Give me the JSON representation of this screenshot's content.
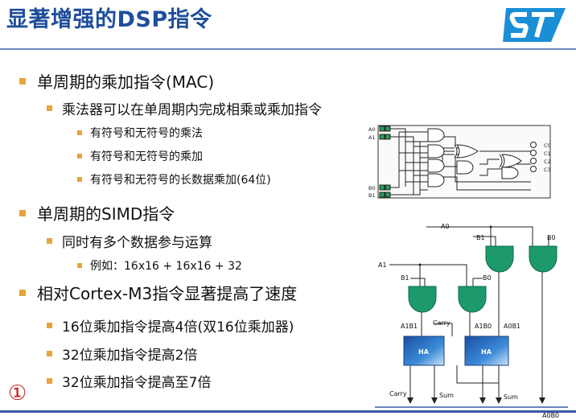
{
  "title": "显著增强的DSP指令",
  "bullets": [
    {
      "level": 1,
      "text": "单周期的乘加指令(MAC)"
    },
    {
      "level": 2,
      "text": "乘法器可以在单周期内完成相乘或乘加指令"
    },
    {
      "level": 3,
      "text": "有符号和无符号的乘法"
    },
    {
      "level": 3,
      "text": "有符号和无符号的乘加"
    },
    {
      "level": 3,
      "text": "有符号和无符号的长数据乘加(64位)"
    },
    {
      "level": 1,
      "text": "单周期的SIMD指令"
    },
    {
      "level": 2,
      "text": "同时有多个数据参与运算"
    },
    {
      "level": 3,
      "text": "例如：16x16 + 16x16 + 32"
    },
    {
      "level": 1,
      "text": "相对Cortex-M3指令显著提高了速度"
    },
    {
      "level": 2,
      "text": "16位乘加指令提高4倍(双16位乘加器)"
    },
    {
      "level": 2,
      "text": "32位乘加指令提高2倍"
    },
    {
      "level": 2,
      "text": "32位乘加指令提高至7倍"
    }
  ],
  "page_marker": "①",
  "logic_diagram": {
    "inputs": [
      "A0",
      "A1",
      "B0",
      "B1"
    ],
    "outputs": [
      "C0",
      "C1",
      "C2",
      "C3"
    ]
  },
  "ha_diagram": {
    "labels": {
      "a0": "A0",
      "a1": "A1",
      "b0_top": "B0",
      "b1_top": "B1",
      "b1_left": "B1",
      "b0_mid": "B0",
      "a1b1": "A1B1",
      "carry_in": "Carry",
      "a1b0": "A1B0",
      "a0b1": "A0B1",
      "ha1": "HA",
      "ha2": "HA",
      "carry_out": "Carry",
      "sum1": "Sum",
      "sum2": "Sum",
      "a0b0": "A0B0"
    }
  },
  "colors": {
    "title": "#1f4e9a",
    "bullet": "#e8a33a",
    "gate": "#1d9a6c",
    "ha": "#1f5fa8",
    "marker": "#c0211f",
    "logo": "#1b8fd6"
  }
}
